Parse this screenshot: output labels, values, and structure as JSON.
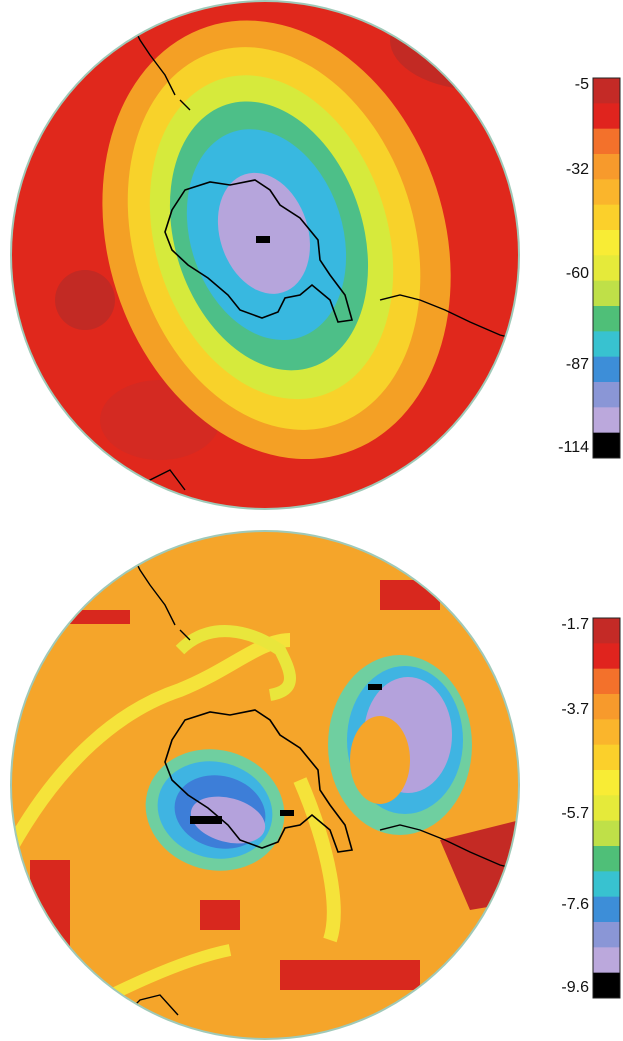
{
  "panels": [
    {
      "id": "top",
      "colorbar": {
        "tick_labels": [
          "-5",
          "-32",
          "-60",
          "-87",
          "-114"
        ],
        "colors": [
          "#c42a26",
          "#e0241e",
          "#f3712b",
          "#f79a2c",
          "#fab52c",
          "#fbd02b",
          "#f8ec35",
          "#e5ea3a",
          "#bfe048",
          "#4fbf78",
          "#38c2d0",
          "#3d8ed8",
          "#8a96d6",
          "#bba8dc",
          "#000000"
        ]
      },
      "map": {
        "background": "#e0281c",
        "rim_color": "#9fc9b8",
        "rings": [
          {
            "color": "#f4a025",
            "rx": 168,
            "ry": 224
          },
          {
            "color": "#f8d22a",
            "rx": 140,
            "ry": 196
          },
          {
            "color": "#d6ea3c",
            "rx": 116,
            "ry": 166
          },
          {
            "color": "#4dbf88",
            "rx": 94,
            "ry": 138
          },
          {
            "color": "#38b8e0",
            "rx": 76,
            "ry": 108
          },
          {
            "color": "#b6a5dc",
            "rx": 44,
            "ry": 62
          }
        ]
      }
    },
    {
      "id": "bottom",
      "colorbar": {
        "tick_labels": [
          "-1.7",
          "-3.7",
          "-5.7",
          "-7.6",
          "-9.6"
        ],
        "colors": [
          "#c42a26",
          "#e0241e",
          "#f3712b",
          "#f79a2c",
          "#fab52c",
          "#fbd02b",
          "#f8ec35",
          "#e5ea3a",
          "#bfe048",
          "#4fbf78",
          "#38c2d0",
          "#3d8ed8",
          "#8a96d6",
          "#bba8dc",
          "#000000"
        ]
      },
      "map": {
        "background": "#f5a52a",
        "rim_color": "#9fc9b8"
      }
    }
  ]
}
